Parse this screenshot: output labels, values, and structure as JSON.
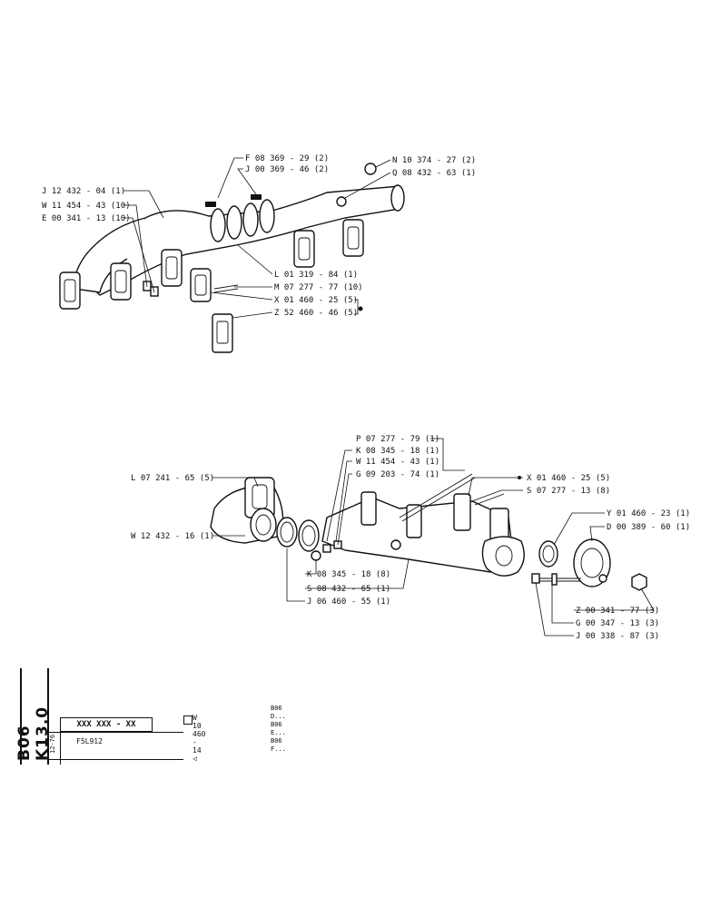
{
  "top_assembly": {
    "labels": [
      "F 08 369 - 29 (2)",
      "J 00 369 - 46 (2)",
      "N 10 374 - 27 (2)",
      "Q 08 432 - 63 (1)",
      "J 12 432 - 04 (1)",
      "W 11 454 - 43 (10)",
      "E 00 341 - 13 (10)",
      "L 01 319 - 84 (1)",
      "M 07 277 - 77 (10)",
      "X 01 460 - 25 (5)",
      "Z 52 460 - 46 (5)"
    ]
  },
  "bottom_assembly": {
    "labels": [
      "P 07 277 - 79 (1)",
      "K 08 345 - 18 (1)",
      "W 11 454 - 43 (1)",
      "G 09 203 - 74 (1)",
      "L 07 241 - 65 (5)",
      "X 01 460 - 25 (5)",
      "S 07 277 - 13 (8)",
      "Y 01 460 - 23 (1)",
      "D 00 389 - 60 (1)",
      "W 12 432 - 16 (1)",
      "K 08 345 - 18 (8)",
      "S 08 432 - 65 (1)",
      "J 06 460 - 55 (1)",
      "Z 00 341 - 77 (3)",
      "G 00 347 - 13 (3)",
      "J 00 338 - 87 (3)"
    ]
  },
  "title_block": {
    "section_code": "B06 K13.0",
    "date": "12-76",
    "part_number_box": "XXX XXX - XX",
    "model": "F5L912",
    "reference_code": "W 10 460 - 14",
    "reference_list": [
      "B06 D...",
      "B06 E...",
      "B06 F..."
    ]
  }
}
